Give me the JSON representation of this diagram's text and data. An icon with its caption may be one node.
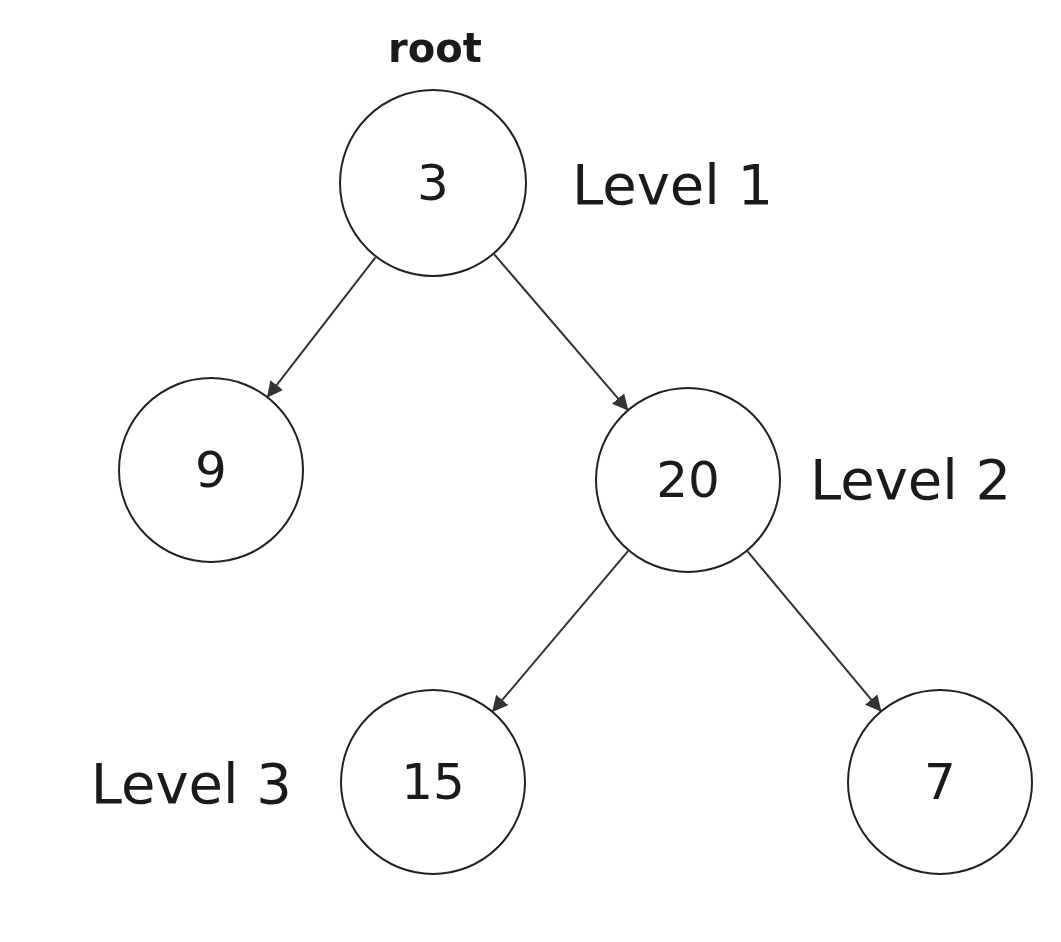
{
  "diagram": {
    "nodes": [
      {
        "text": [
          "3"
        ],
        "beside": [
          "root",
          "Level 1"
        ]
      },
      {
        "text": [
          "9"
        ]
      },
      {
        "text": [
          "20"
        ],
        "beside": [
          "Level 2"
        ]
      },
      {
        "text": [
          "15"
        ],
        "beside": [
          "Level 3"
        ]
      },
      {
        "text": [
          "7"
        ]
      }
    ],
    "edges": [
      {
        "from": 0,
        "to": 1,
        "arrow": "to"
      },
      {
        "from": 0,
        "to": 2,
        "arrow": "to"
      },
      {
        "from": 2,
        "to": 3,
        "arrow": "to"
      },
      {
        "from": 2,
        "to": 4,
        "arrow": "to"
      }
    ]
  }
}
